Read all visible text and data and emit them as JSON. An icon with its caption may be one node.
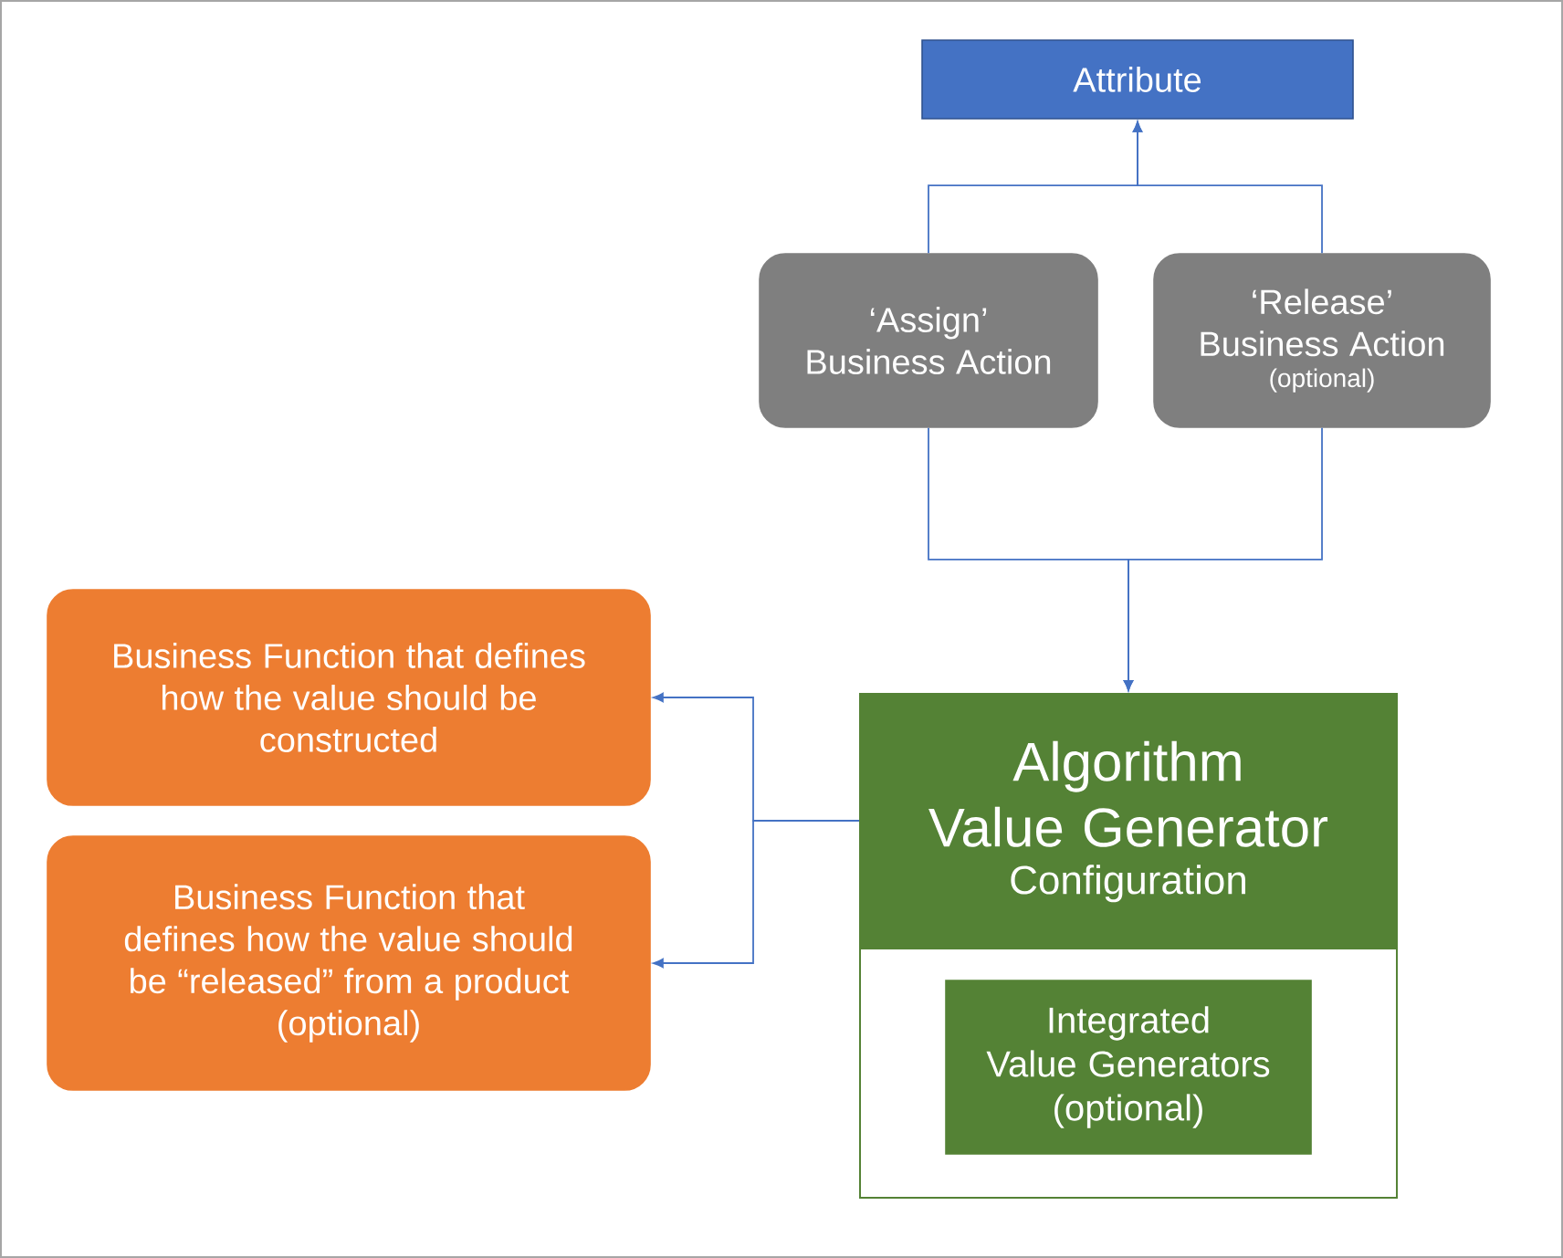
{
  "diagram": {
    "nodes": [
      {
        "text": [
          "Attribute"
        ]
      },
      {
        "text": [
          "‘Assign’ Business Action"
        ]
      },
      {
        "text": [
          "‘Release’ Business Action",
          "(optional)"
        ]
      },
      {
        "text": [
          "Algorithm Value Generator",
          "Configuration"
        ]
      },
      {
        "text": [
          "Integrated Value Generators (optional)"
        ],
        "in": 3
      },
      {
        "text": [
          "Business Function that defines how the value should be constructed"
        ]
      },
      {
        "text": [
          "Business Function that defines how the value should be “released” from a product (optional)"
        ]
      }
    ],
    "edges": [
      {
        "from": 1,
        "to": 0,
        "arrow": "to"
      },
      {
        "from": 2,
        "to": 0,
        "arrow": "to"
      },
      {
        "from": 1,
        "to": 3,
        "arrow": "to"
      },
      {
        "from": 2,
        "to": 3,
        "arrow": "to"
      },
      {
        "from": 3,
        "to": 5,
        "arrow": "to"
      },
      {
        "from": 3,
        "to": 6,
        "arrow": "to"
      }
    ]
  }
}
